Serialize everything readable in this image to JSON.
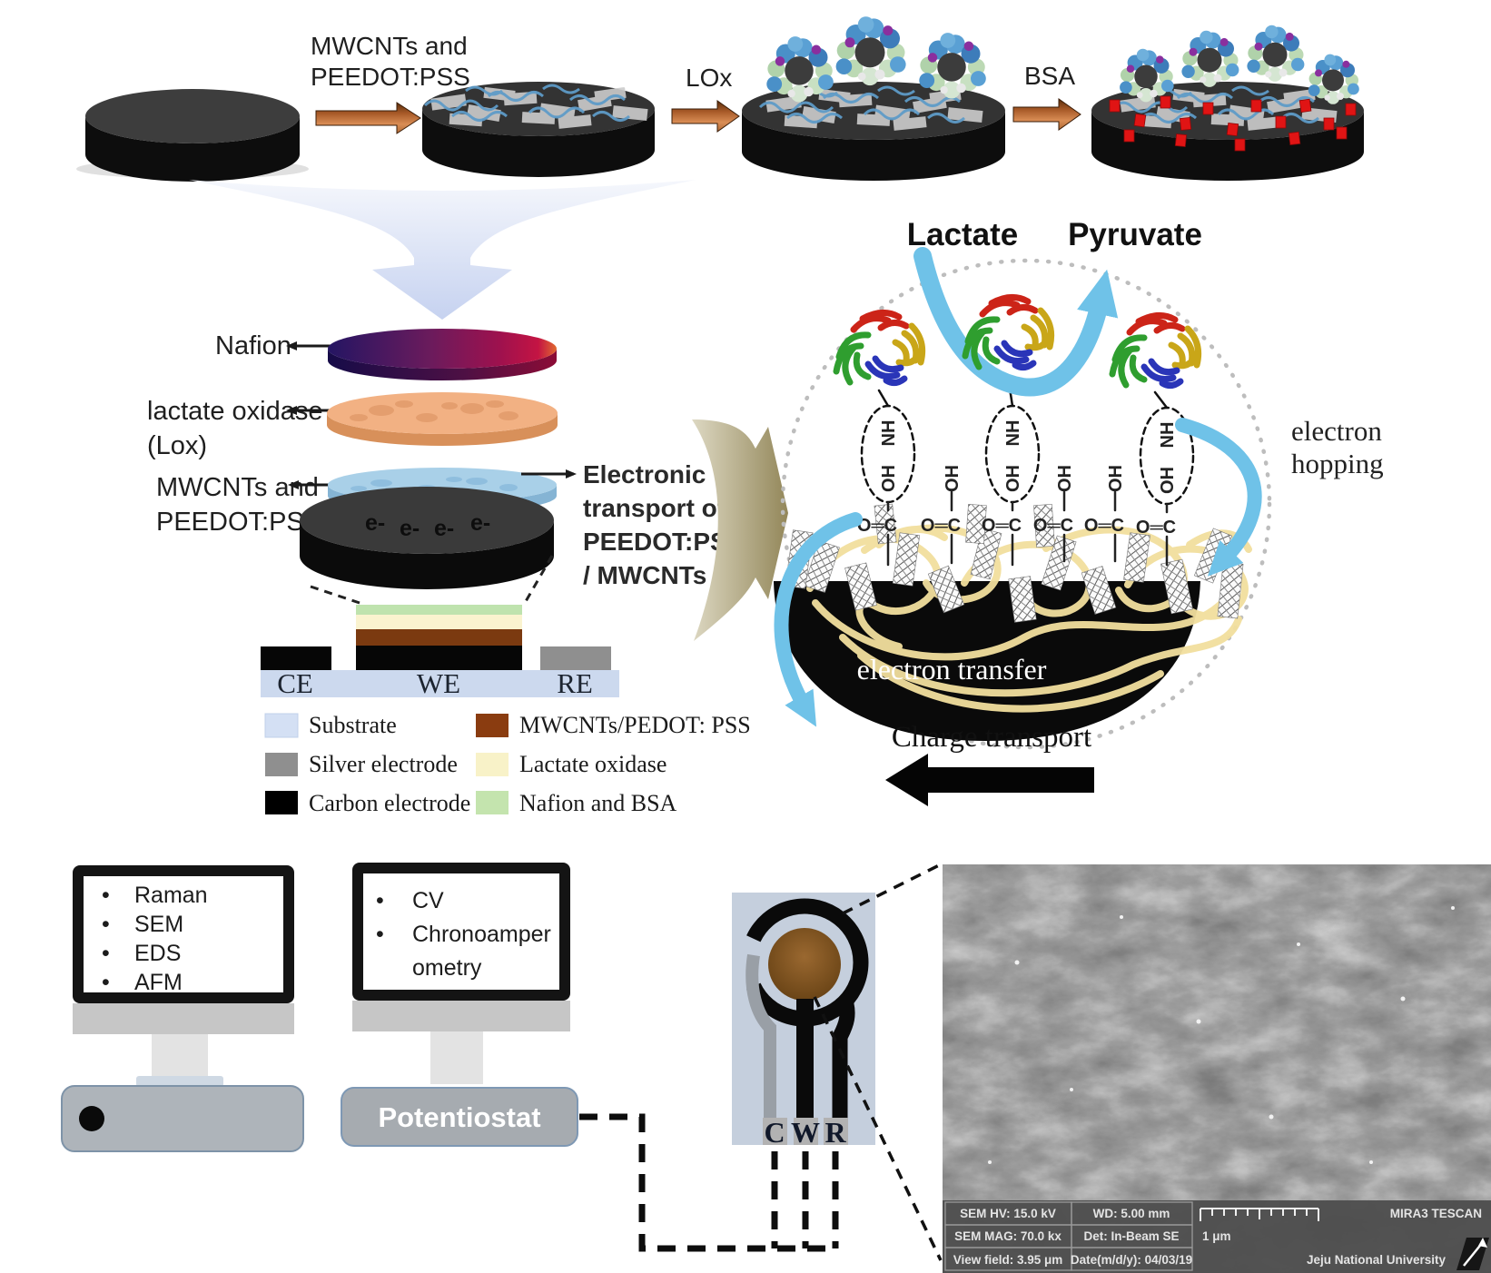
{
  "fabrication": {
    "step1_line1": "MWCNTs and",
    "step1_line2": "PEEDOT:PSS",
    "step2_label": "LOx",
    "step3_label": "BSA"
  },
  "exploded": {
    "nafion_label": "Nafion",
    "lox_line1": "lactate oxidase",
    "lox_line2": "(Lox)",
    "mwcnt_line1": "MWCNTs and",
    "mwcnt_line2": "PEEDOT:PSS",
    "electron": "e-",
    "transport": [
      "Electronic",
      "transport of",
      "PEEDOT:PSS",
      "/ MWCNTs"
    ]
  },
  "cross_section": {
    "ce": "CE",
    "we": "WE",
    "re": "RE"
  },
  "legend": {
    "items": [
      {
        "label": "Substrate",
        "color": "#d4e0f4"
      },
      {
        "label": "Silver electrode",
        "color": "#8f8f8f"
      },
      {
        "label": "Carbon electrode",
        "color": "#000000"
      },
      {
        "label": "MWCNTs/PEDOT: PSS",
        "color": "#8a3c10"
      },
      {
        "label": "Lactate oxidase",
        "color": "#f8f2c8"
      },
      {
        "label": "Nafion and BSA",
        "color": "#c4e4ae"
      }
    ]
  },
  "mechanism": {
    "lactate": "Lactate",
    "pyruvate": "Pyruvate",
    "electron_hopping_line1": "electron",
    "electron_hopping_line2": "hopping",
    "electron_transfer": "electron transfer",
    "charge_transport": "Charge transport",
    "nh": "NH",
    "oh": "OH",
    "carbonyl": "O═C"
  },
  "instruments": {
    "bullet": "•",
    "monitor1_items": [
      "Raman",
      "SEM",
      "EDS",
      "AFM"
    ],
    "monitor2_items": [
      "CV",
      "Chronoamper",
      "ometry"
    ],
    "potentiostat_label": "Potentiostat"
  },
  "electrode": {
    "c": "C",
    "w": "W",
    "r": "R"
  },
  "sem": {
    "hv": "SEM HV: 15.0 kV",
    "wd": "WD: 5.00 mm",
    "brand": "MIRA3 TESCAN",
    "mag": "SEM MAG: 70.0 kx",
    "det": "Det: In-Beam SE",
    "scale_label": "1 μm",
    "view_field": "View field: 3.95 μm",
    "date": "Date(m/d/y): 04/03/19",
    "org": "Jeju National University"
  },
  "colors": {
    "step_arrow_copper": "#b5651d",
    "funnel_blue": "#c8d4f2",
    "process_arrow_tan": "#9a8f60",
    "blue_arrow": "#6fc2e8",
    "mesh_yellow": "#f2df9e",
    "substrate": "#ccd9ee",
    "silver_electrode": "#8f8f8f",
    "carbon_electrode": "#000000",
    "mwcnt_pedot_layer": "#8a3c10",
    "lactate_oxidase_layer": "#f8f2c8",
    "nafion_bsa_layer": "#c4e4ae",
    "working_electrode_brown": "#7a4e1e",
    "sem_bar_gray": "#525252"
  }
}
